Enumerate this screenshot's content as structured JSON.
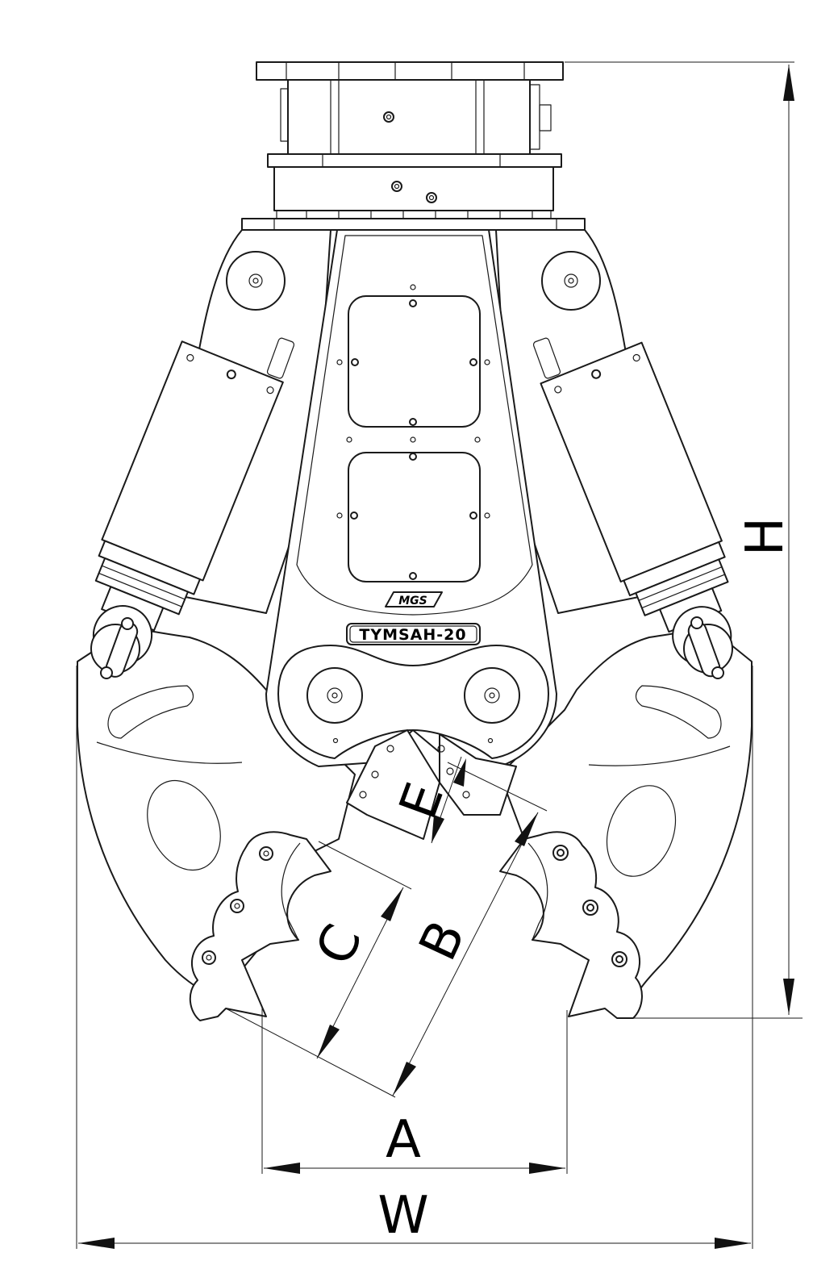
{
  "brand_badge": "MGS",
  "model_plate": "TYMSAH-20",
  "dimensions": {
    "H": "H",
    "W": "W",
    "A": "A",
    "B": "B",
    "C": "C",
    "E": "E"
  },
  "colors": {
    "line": "#1a1a1a",
    "background": "#ffffff",
    "arrow": "#111111"
  }
}
